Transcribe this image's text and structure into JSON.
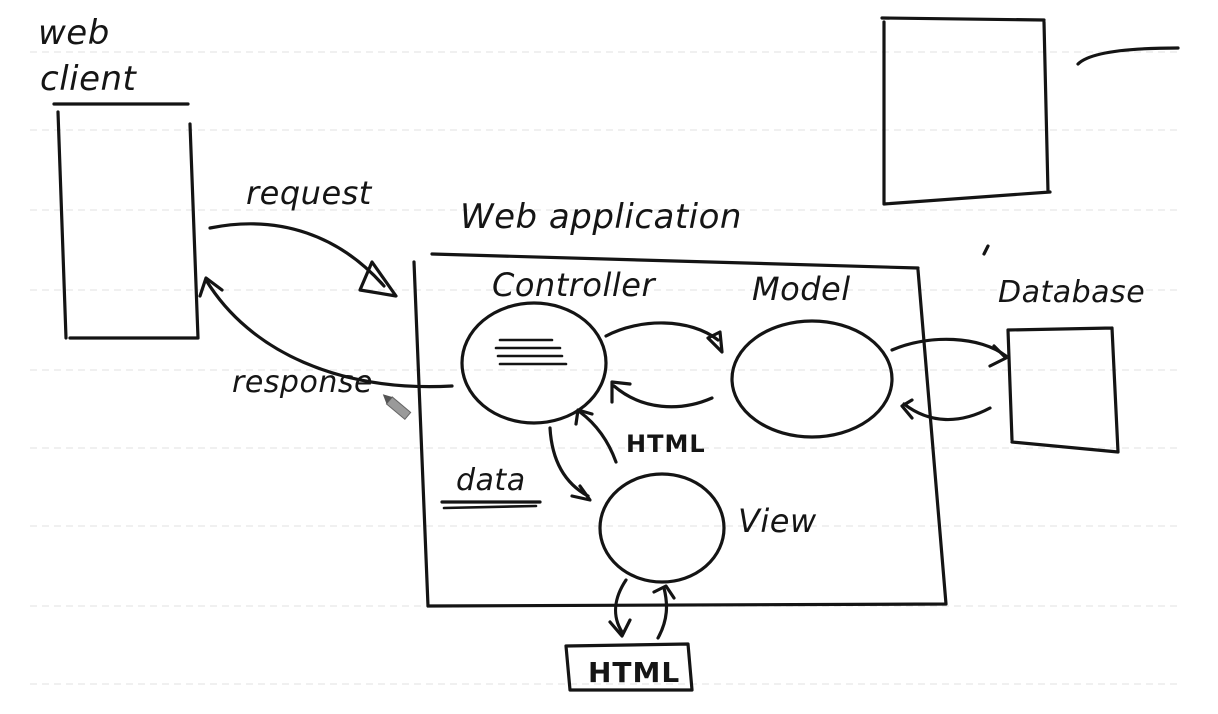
{
  "diagram": {
    "web_client_label_line1": "web",
    "web_client_label_line2": "client",
    "request_label": "request",
    "response_label": "response",
    "web_application_label": "Web application",
    "controller_label": "Controller",
    "model_label": "Model",
    "database_label": "Database",
    "html_label_inner": "HTML",
    "data_label": "data",
    "view_label": "View",
    "html_box_label": "HTML"
  },
  "colors": {
    "ink": "#141414",
    "rule": "#e6e6e6",
    "paper": "#ffffff",
    "pen_tip": "#9a9a9a"
  }
}
